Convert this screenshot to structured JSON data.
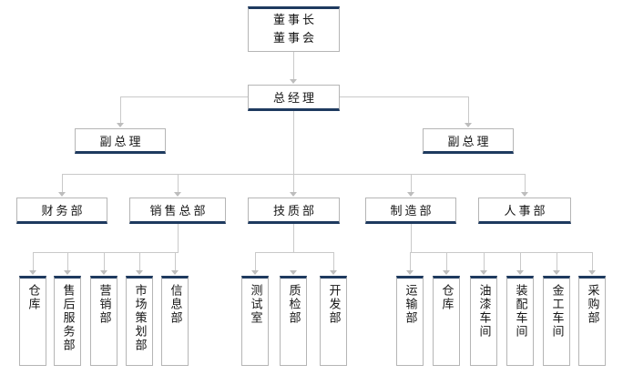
{
  "colors": {
    "accent": "#1E3A5F",
    "connector": "#C9C9C9",
    "box_border": "#B5B5B5"
  },
  "org": {
    "chairman": {
      "line1": "董事长",
      "line2": "董事会"
    },
    "general_manager": {
      "label": "总经理"
    },
    "deputy_left": {
      "label": "副总理"
    },
    "deputy_right": {
      "label": "副总理"
    },
    "departments": [
      {
        "label": "财务部",
        "children": []
      },
      {
        "label": "销售总部",
        "children": [
          {
            "label": "仓库"
          },
          {
            "label": "售后服务部"
          },
          {
            "label": "营销部"
          },
          {
            "label": "市场策划部"
          },
          {
            "label": "信息部"
          }
        ]
      },
      {
        "label": "技质部",
        "children": [
          {
            "label": "测试室"
          },
          {
            "label": "质检部"
          },
          {
            "label": "开发部"
          }
        ]
      },
      {
        "label": "制造部",
        "children": [
          {
            "label": "运输部"
          },
          {
            "label": "仓库"
          },
          {
            "label": "油漆车间"
          },
          {
            "label": "装配车间"
          },
          {
            "label": "金工车间"
          },
          {
            "label": "采购部"
          }
        ]
      },
      {
        "label": "人事部",
        "children": []
      }
    ]
  }
}
